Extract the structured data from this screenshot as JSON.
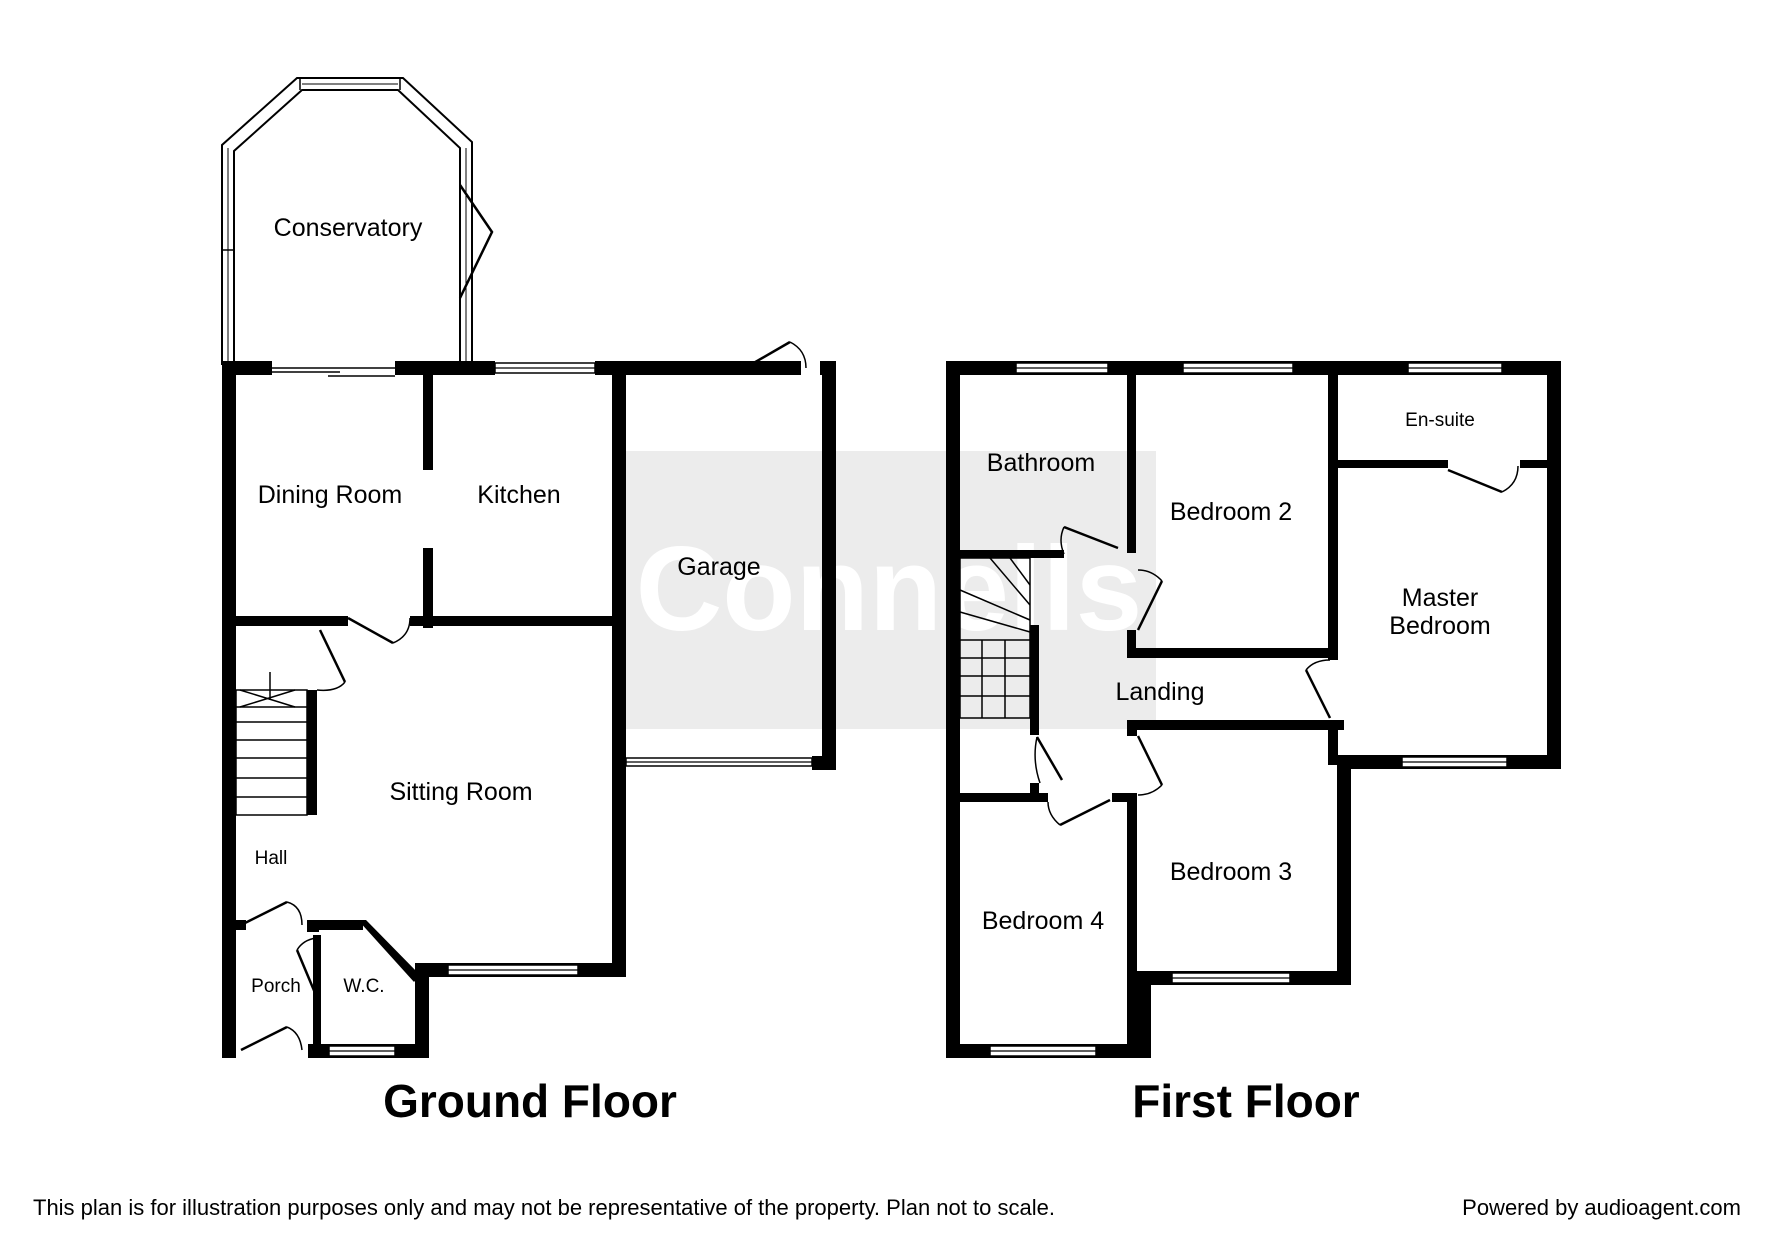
{
  "brand": {
    "watermark": "Connells",
    "watermark_color": "#e6e6e6"
  },
  "ground_floor": {
    "title": "Ground Floor",
    "rooms": {
      "conservatory": "Conservatory",
      "dining_room": "Dining Room",
      "kitchen": "Kitchen",
      "garage": "Garage",
      "sitting_room": "Sitting Room",
      "hall": "Hall",
      "porch": "Porch",
      "wc": "W.C."
    }
  },
  "first_floor": {
    "title": "First Floor",
    "rooms": {
      "bathroom": "Bathroom",
      "bedroom_2": "Bedroom 2",
      "en_suite": "En-suite",
      "master_bedroom_line1": "Master",
      "master_bedroom_line2": "Bedroom",
      "landing": "Landing",
      "bedroom_3": "Bedroom 3",
      "bedroom_4": "Bedroom 4"
    }
  },
  "footer": {
    "disclaimer": "This plan is for illustration purposes only and may not be representative of the property. Plan not to scale.",
    "powered_by": "Powered by audioagent.com"
  }
}
